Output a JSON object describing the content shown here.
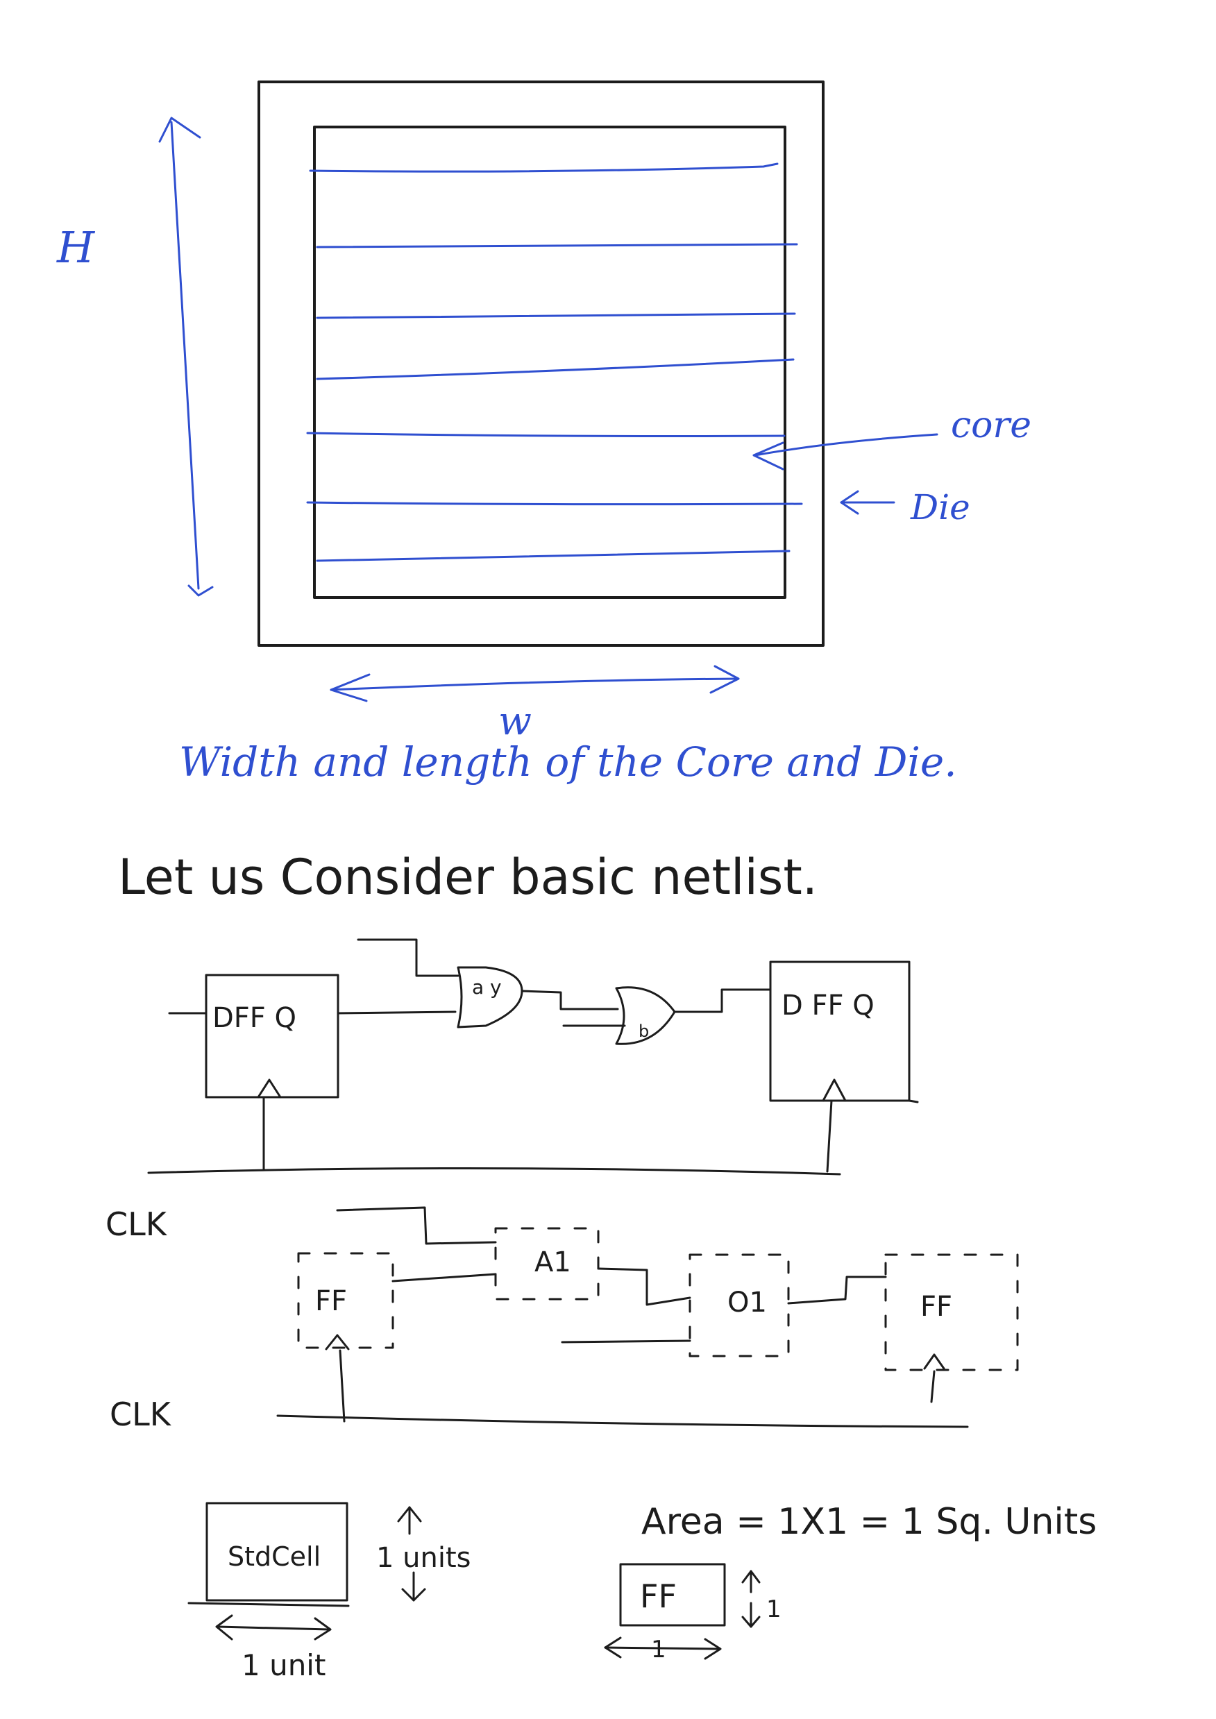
{
  "colors": {
    "ink_blue": "#2f4fd0",
    "ink_black": "#1c1c1c",
    "paper": "#ffffff"
  },
  "floorplan": {
    "height_label": "H",
    "width_label": "w",
    "core_label": "core",
    "die_label": "Die",
    "caption": "Width and length of the Core and Die."
  },
  "netlist": {
    "heading": "Let us Consider basic netlist.",
    "dff_left_label": "DFF Q",
    "and_gate_label": "a y",
    "or_gate_label": "b",
    "ff_right_label": "D FF Q",
    "clk_label_1": "CLK",
    "ff_block_left": "FF",
    "a1_block": "A1",
    "o1_block": "O1",
    "ff_block_right": "FF",
    "clk_label_2": "CLK"
  },
  "std_cell": {
    "cell_label": "StdCell",
    "height_label": "1 units",
    "width_label": "1 unit",
    "area_text": "Area = 1X1 = 1 Sq. Units",
    "ff_cell_label": "FF",
    "ff_height": "1",
    "ff_width": "1"
  }
}
